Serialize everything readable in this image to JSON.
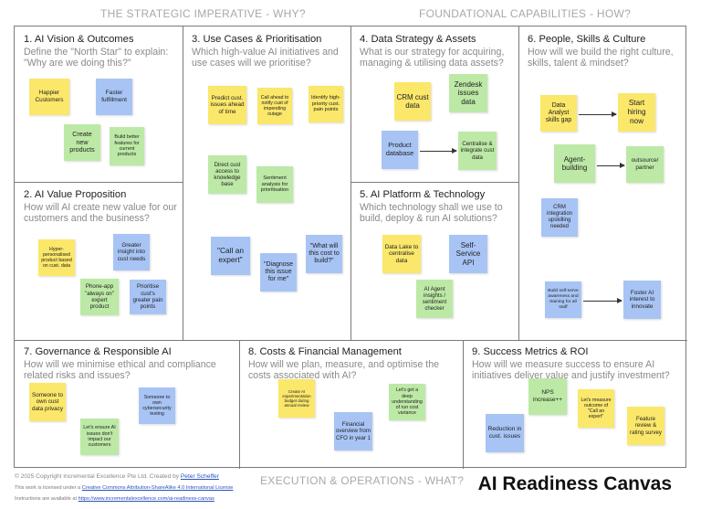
{
  "headers": {
    "why": "THE STRATEGIC IMPERATIVE - WHY?",
    "how": "FOUNDATIONAL CAPABILITIES - HOW?",
    "what": "EXECUTION & OPERATIONS - WHAT?"
  },
  "boxes": [
    {
      "title": "1. AI Vision & Outcomes",
      "subtitle": "Define the \"North Star\" to explain: \"Why are we doing this?\""
    },
    {
      "title": "2. AI Value Proposition",
      "subtitle": "How will AI create new value for our customers and the business?"
    },
    {
      "title": "3. Use Cases & Prioritisation",
      "subtitle": "Which high-value AI initiatives and use cases will we prioritise?"
    },
    {
      "title": "4. Data Strategy & Assets",
      "subtitle": "What is our strategy for acquiring, managing & utilising data assets?"
    },
    {
      "title": "5. AI Platform & Technology",
      "subtitle": "Which technology shall we use to build, deploy & run AI solutions?"
    },
    {
      "title": "6. People, Skills & Culture",
      "subtitle": "How will we build the right culture, skills, talent & mindset?"
    },
    {
      "title": "7. Governance & Responsible AI",
      "subtitle": "How will we minimise ethical and compliance related risks and issues?"
    },
    {
      "title": "8. Costs & Financial Management",
      "subtitle": "How will we plan, measure, and optimise the costs associated with AI?"
    },
    {
      "title": "9. Success Metrics & ROI",
      "subtitle": "How will we measure success to ensure AI initiatives deliver value and justify investment?"
    }
  ],
  "notes": {
    "b1_happier": "Happier Customers",
    "b1_faster": "Faster fulfillment",
    "b1_create": "Create new products",
    "b1_build": "Build better features for current products",
    "b2_hyper": "Hyper-personalised product based on cust. data",
    "b2_greater": "Greater insight into cust needs",
    "b2_phone": "Phone-app \"always on\" expert product",
    "b2_prioritise": "Prioritise cust's greater pain points",
    "b3_predict": "Predict cust. issues ahead of time",
    "b3_callahead": "Call ahead to notify cust of impending outage",
    "b3_identify": "Identify high-priority cust. pain points",
    "b3_direct": "Direct cust access to knowledge base",
    "b3_sentiment": "Sentiment analysis for prioritisation",
    "b3_callexpert": "\"Call an expert\"",
    "b3_diagnose": "\"Diagnose this issue for me\"",
    "b3_whatcost": "\"What will this cost to build?\"",
    "b4_crm": "CRM cust data",
    "b4_zendesk": "Zendesk issues data",
    "b4_product": "Product database",
    "b4_centralise": "Centralise & integrate cust data",
    "b5_datalake": "Data Lake to centralise data",
    "b5_selfservice": "Self-Service API",
    "b5_agent": "AI Agent insights / sentiment checker",
    "b6_analyst": "Data Analyst skills gap",
    "b6_start": "Start hiring now",
    "b6_agentbuilding": "Agent-building",
    "b6_outsource": "outsource/ partner",
    "b6_crm": "CRM integration upskilling needed",
    "b6_selfserve": "Build self-serve awareness and training for all staff",
    "b6_foster": "Foster AI interest to innovate",
    "b7_someone": "Someone to own cust data privacy",
    "b7_cyber": "Someone to own cybersecurity testing",
    "b7_ensure": "Let's ensure AI issues don't impact our customers",
    "b8_experiment": "Create AI experimentation budget during annual review",
    "b8_deep": "Let's get a deep understanding of run cost variance",
    "b8_financial": "Financial overview from CFO in year 1",
    "b9_nps": "NPS increase++",
    "b9_measure": "Let's measure outcome of \"Call an expert\"",
    "b9_feature": "Feature review & rating survey",
    "b9_reduction": "Reduction in cust. issues"
  },
  "colors": {
    "yellow": "#fbe76a",
    "blue": "#a8c4f5",
    "green": "#bde9a6",
    "link": "#2a52be"
  },
  "footer": {
    "copyright": "© 2025 Copyright Incremental Excellence Pte Ltd. Created by ",
    "author": "Peter Scheffer",
    "license_prefix": "This work is licensed under a ",
    "license_link": "Creative Commons Attribution-ShareAlike 4.0 International License",
    "instructions_prefix": "Instructions are available at ",
    "instructions_link": "https://www.incrementalexcellence.com/ai-readiness-canvas",
    "brand": "AI Readiness Canvas"
  }
}
